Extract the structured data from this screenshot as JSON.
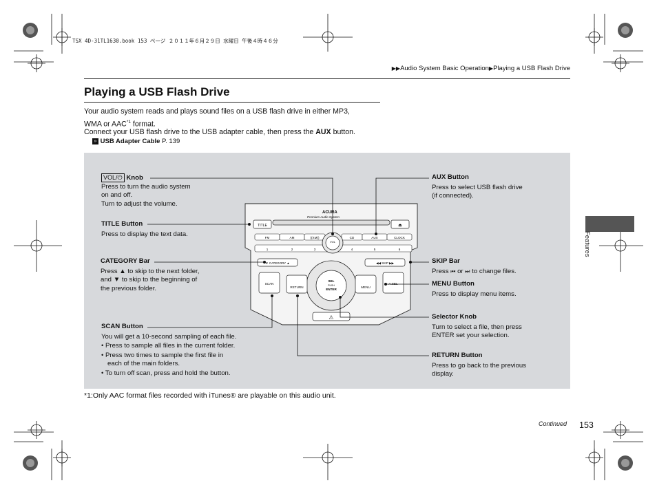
{
  "print_header": "TSX 4D-31TL1630.book  153 ページ  ２０１１年６月２９日  水曜日  午後４時４６分",
  "breadcrumb": {
    "part1": "Audio System Basic Operation",
    "part2": "Playing a USB Flash Drive"
  },
  "page_title": "Playing a USB Flash Drive",
  "intro": {
    "line1": "Your audio system reads and plays sound files on a USB flash drive in either MP3,",
    "line2a": "WMA or AAC",
    "line2_sup": "*1",
    "line2b": " format.",
    "line3a": "Connect your USB flash drive to the USB adapter cable, then press the ",
    "line3_bold": "AUX",
    "line3b": " button."
  },
  "reference": {
    "label": "USB Adapter Cable",
    "page": "P. 139"
  },
  "unit": {
    "brand": "ACURA",
    "model": "Premium Audio System",
    "buttons": {
      "title": "TITLE",
      "fm": "FM",
      "am": "AM",
      "xm": "((XM))",
      "cd": "CD",
      "aux": "AUX",
      "clock": "CLOCK",
      "category": "▼ CATEGORY ▲",
      "skip": "◀◀  SKIP  ▶▶",
      "scan": "SCAN",
      "return": "RETURN",
      "sel": "SEL",
      "push": "PUSH",
      "enter": "ENTER",
      "menu": "MENU",
      "asel": "A.SEL",
      "vol": "VOL",
      "p1": "1",
      "p2": "2",
      "p3": "3",
      "p4": "4",
      "p5": "5",
      "p6": "6"
    }
  },
  "callouts": {
    "vol_knob": {
      "box": "VOL/⏻",
      "heading": "Knob",
      "line1": "Press to turn the audio system",
      "line2": "on and off.",
      "line3": "Turn to adjust the volume."
    },
    "title_button": {
      "heading": "TITLE Button",
      "line1": "Press to display the text data."
    },
    "category_bar": {
      "heading": "CATEGORY Bar",
      "line1a": "Press ",
      "line1b": " to skip to the next folder,",
      "line2a": "and ",
      "line2b": " to skip to the beginning of",
      "line3": "the previous folder."
    },
    "scan_button": {
      "heading": "SCAN Button",
      "line1": "You will get a 10-second sampling of each file.",
      "bullet1": "Press to sample all files in the current folder.",
      "bullet2a": "Press two times to sample the first file in",
      "bullet2b": "each of the main folders.",
      "bullet3": "To turn off scan, press and hold the button."
    },
    "aux_button": {
      "heading": "AUX Button",
      "line1": "Press to select USB flash drive",
      "line2": "(if connected)."
    },
    "skip_bar": {
      "heading": "SKIP Bar",
      "line1a": "Press ",
      "line1b": " or ",
      "line1c": " to change files."
    },
    "menu_button": {
      "heading": "MENU Button",
      "line1": "Press to display menu items."
    },
    "selector_knob": {
      "heading": "Selector Knob",
      "line1": "Turn to select a file, then press",
      "line2": "ENTER set your selection."
    },
    "return_button": {
      "heading": "RETURN Button",
      "line1": "Press to go back to the previous",
      "line2": "display."
    }
  },
  "footnote": "*1:Only AAC format files recorded with iTunes® are playable on this audio unit.",
  "side_tab": "Features",
  "continued": "Continued",
  "page_number": "153"
}
